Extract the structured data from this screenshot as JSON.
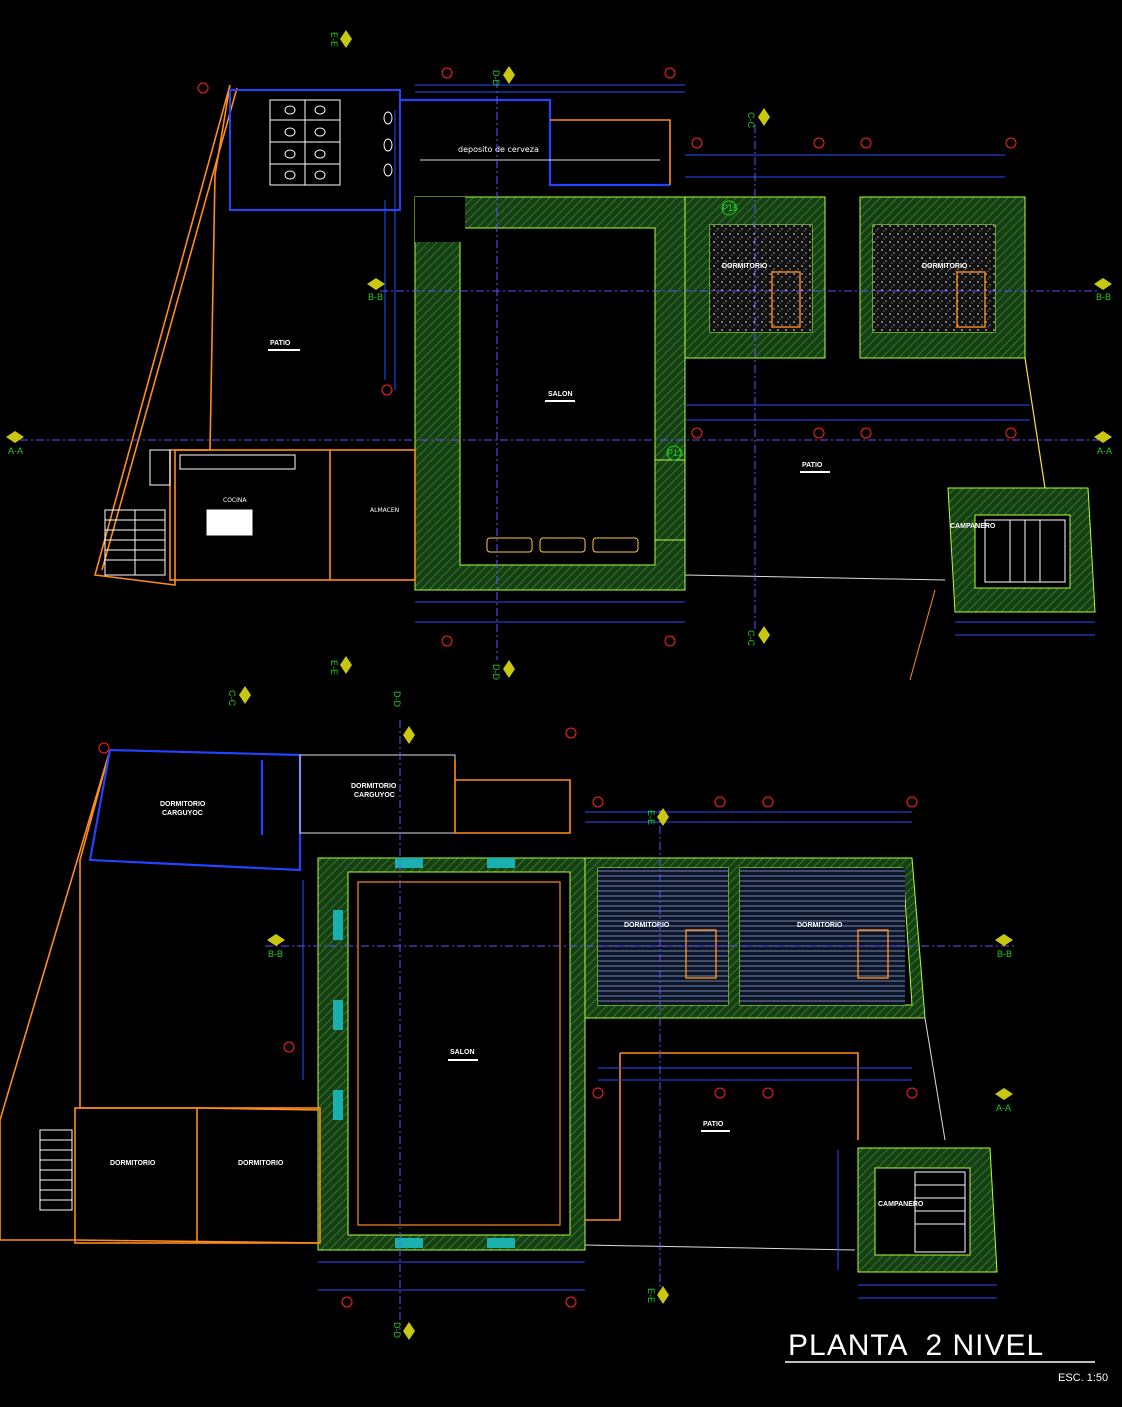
{
  "title": "PLANTA  2 NIVEL",
  "scale": "ESC. 1:50",
  "sections": {
    "aa": "A-A",
    "bb": "B-B",
    "cc": "C-C",
    "dd": "D-D",
    "ee": "E-E"
  },
  "upper_plan": {
    "rooms": {
      "patio": "PATIO",
      "salon": "SALON",
      "deposito": "deposito de cerveza",
      "dormitorio_1": "DORMITORIO",
      "dormitorio_2": "DORMITORIO",
      "patio_2": "PATIO",
      "campanero": "CAMPANERO",
      "cocina": "COCINA",
      "almacen": "ALMACEN"
    },
    "doors": {
      "p13": "P13",
      "p15": "P15"
    }
  },
  "lower_plan": {
    "rooms": {
      "dorm_carguyoc_1a": "DORMITORIO",
      "dorm_carguyoc_1b": "CARGUYOC",
      "dorm_carguyoc_2a": "DORMITORIO",
      "dorm_carguyoc_2b": "CARGUYOC",
      "dormitorio_a": "DORMITORIO",
      "dormitorio_b": "DORMITORIO",
      "salon": "SALON",
      "patio": "PATIO",
      "dormitorio_c": "DORMITORIO",
      "dormitorio_d": "DORMITORIO",
      "campanero": "CAMPANERO"
    }
  }
}
